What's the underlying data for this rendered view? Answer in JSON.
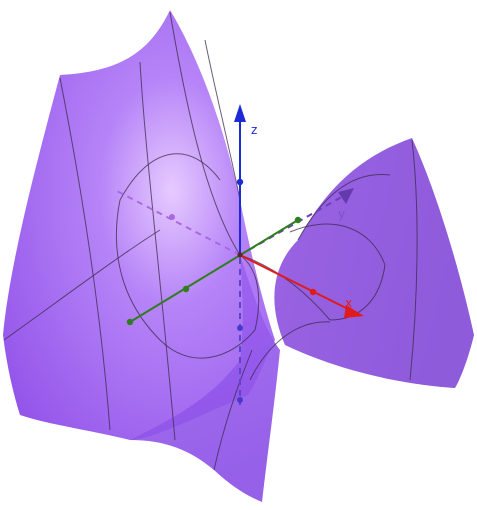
{
  "view": {
    "object_name": "",
    "surface_color": "#9B59F0",
    "surface_highlight": "#DCB8FF",
    "surface_shadow": "#7A3FD0",
    "mesh_color": "#3B2A4A"
  },
  "axes": {
    "x": {
      "label": "x",
      "color": "#E01B1B"
    },
    "y": {
      "label": "y",
      "color": "#7E4FC2"
    },
    "z": {
      "label": "z",
      "color": "#1C2BD6"
    },
    "rotated_axis": {
      "label": "",
      "color": "#2E7D1F"
    }
  }
}
